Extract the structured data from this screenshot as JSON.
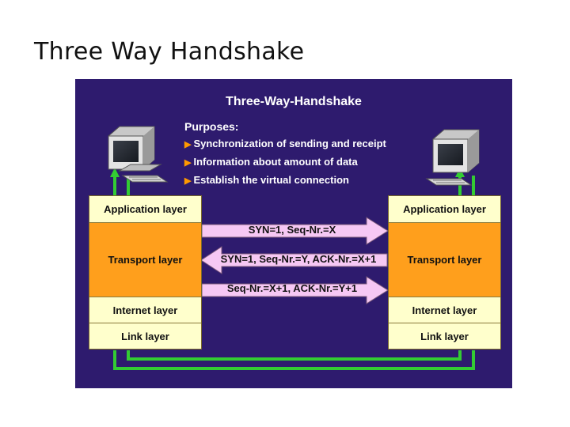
{
  "slide": {
    "title": "Three Way Handshake"
  },
  "diagram": {
    "title": "Three-Way-Handshake",
    "purposes_heading": "Purposes:",
    "purposes": [
      "Synchronization of sending and receipt",
      "Information about amount of data",
      "Establish the virtual connection"
    ],
    "left_stack": [
      "Application layer",
      "Transport layer",
      "Internet layer",
      "Link layer"
    ],
    "right_stack": [
      "Application layer",
      "Transport layer",
      "Internet layer",
      "Link layer"
    ],
    "messages": [
      {
        "text": "SYN=1, Seq-Nr.=X",
        "direction": "right"
      },
      {
        "text": "SYN=1, Seq-Nr.=Y, ACK-Nr.=X+1",
        "direction": "left"
      },
      {
        "text": "Seq-Nr.=X+1, ACK-Nr.=Y+1",
        "direction": "right"
      }
    ],
    "colors": {
      "background": "#2e1b6e",
      "layer_light": "#ffffcc",
      "layer_transport": "#ff9f1c",
      "arrow_fill": "#f6c8f4",
      "bullet": "#ff9900",
      "connector": "#33cc33"
    },
    "icons": [
      "computer-left-icon",
      "computer-right-icon"
    ]
  }
}
